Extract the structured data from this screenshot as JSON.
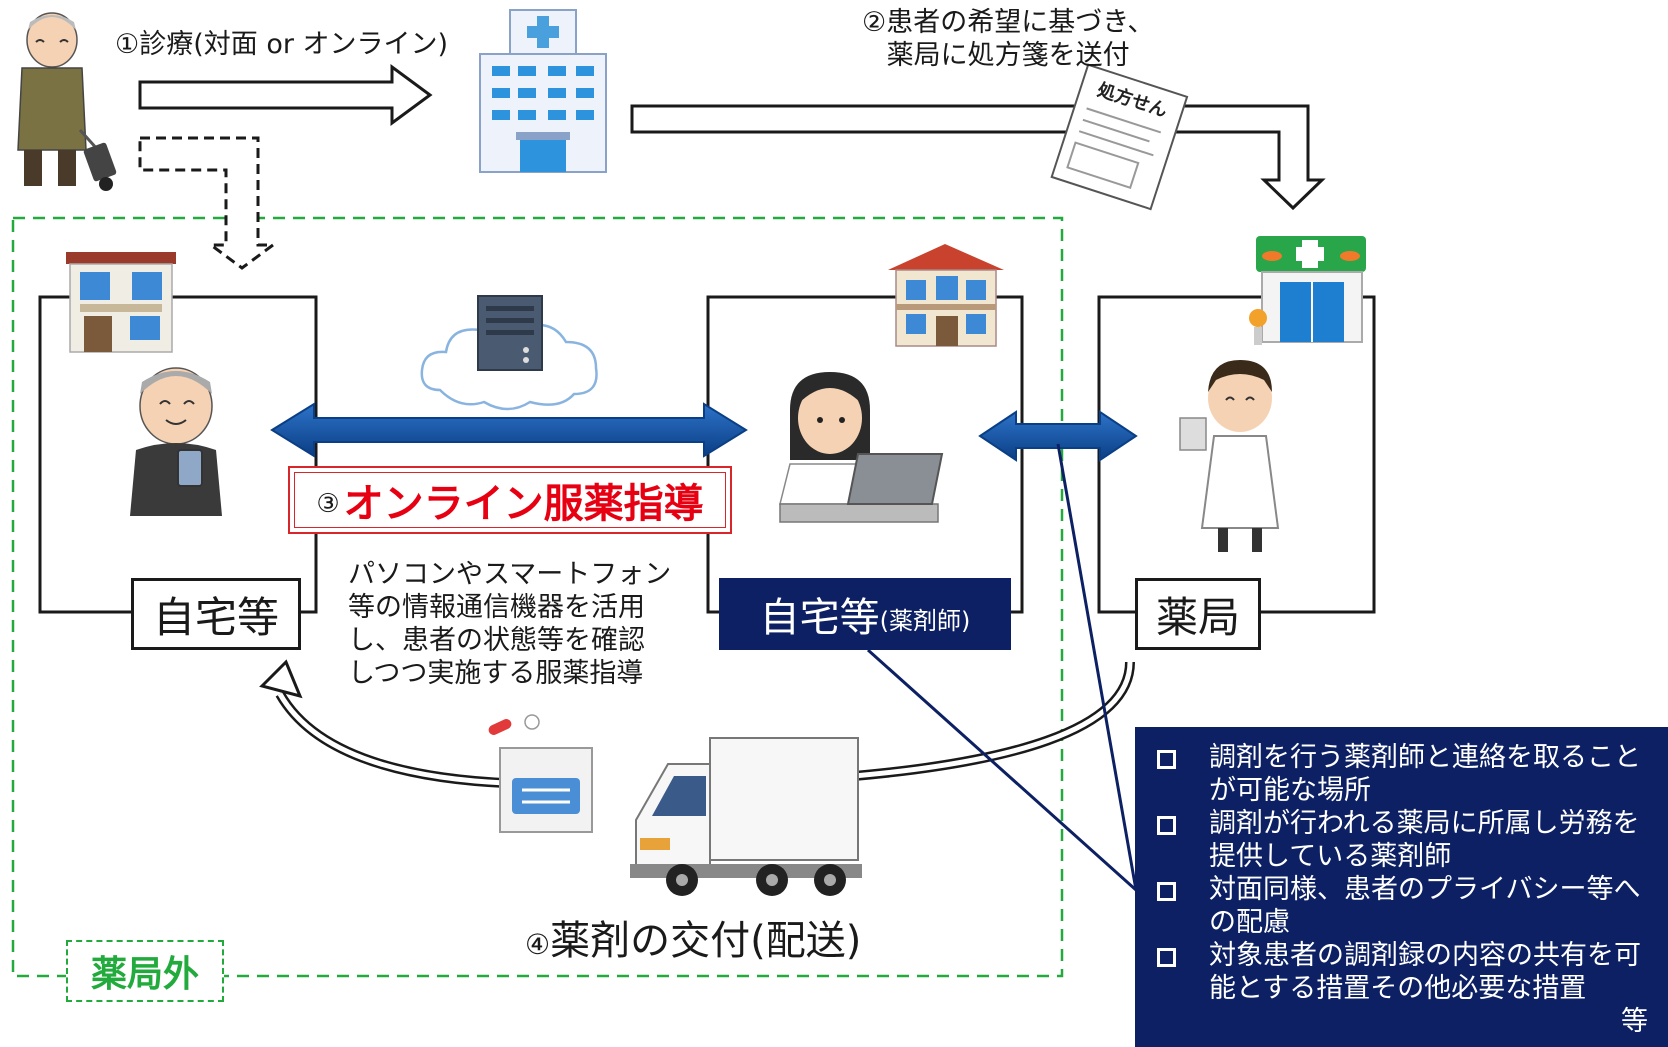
{
  "labels": {
    "step1": "①診療(対面 or オンライン)",
    "step2_line1": "②患者の希望に基づき、",
    "step2_line2": "薬局に処方箋を送付",
    "prescription_tag": "処方せん",
    "online_num": "③",
    "online_title": "オンライン服薬指導",
    "desc_lines": [
      "パソコンやスマートフォン",
      "等の情報通信機器を活用",
      "し、患者の状態等を確認",
      "しつつ実施する服薬指導"
    ],
    "home": "自宅等",
    "pharmacist_home": "自宅等",
    "pharmacist_paren": "(薬剤師)",
    "pharmacy": "薬局",
    "step4_num": "④",
    "step4": "薬剤の交付(配送)",
    "outside_pharmacy": "薬局外"
  },
  "requirements": [
    "調剤を行う薬剤師と連絡を取ることが可能な場所",
    "調剤が行われる薬局に所属し労務を提供している薬剤師",
    "対面同様、患者のプライバシー等への配慮",
    "対象患者の調剤録の内容の共有を可能とする措置その他必要な措置"
  ],
  "requirements_tail": "等",
  "colors": {
    "navy": "#0c2063",
    "blue_arrow": "#1356a8",
    "red": "#e60012",
    "green_dash": "#22aa3c"
  }
}
